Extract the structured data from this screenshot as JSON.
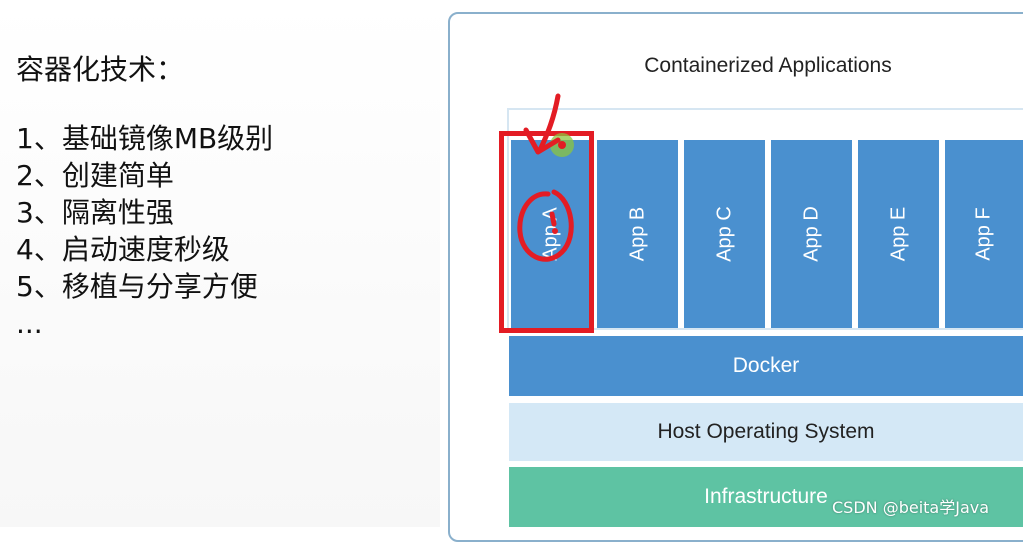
{
  "left": {
    "heading": "容器化技术：",
    "items": [
      "1、基础镜像MB级别",
      "2、创建简单",
      "3、隔离性强",
      "4、启动速度秒级",
      "5、移植与分享方便",
      "..."
    ]
  },
  "diagram": {
    "title": "Containerized Applications",
    "apps": [
      "App A",
      "App B",
      "App C",
      "App D",
      "App E",
      "App F"
    ],
    "layers": {
      "docker": "Docker",
      "host": "Host Operating System",
      "infra": "Infrastructure"
    }
  },
  "colors": {
    "app_blue": "#4a90cf",
    "host_light_blue": "#d4e8f6",
    "infra_green": "#5ec3a3",
    "annotation_red": "#e31c24"
  },
  "watermark": "CSDN @beita学Java"
}
